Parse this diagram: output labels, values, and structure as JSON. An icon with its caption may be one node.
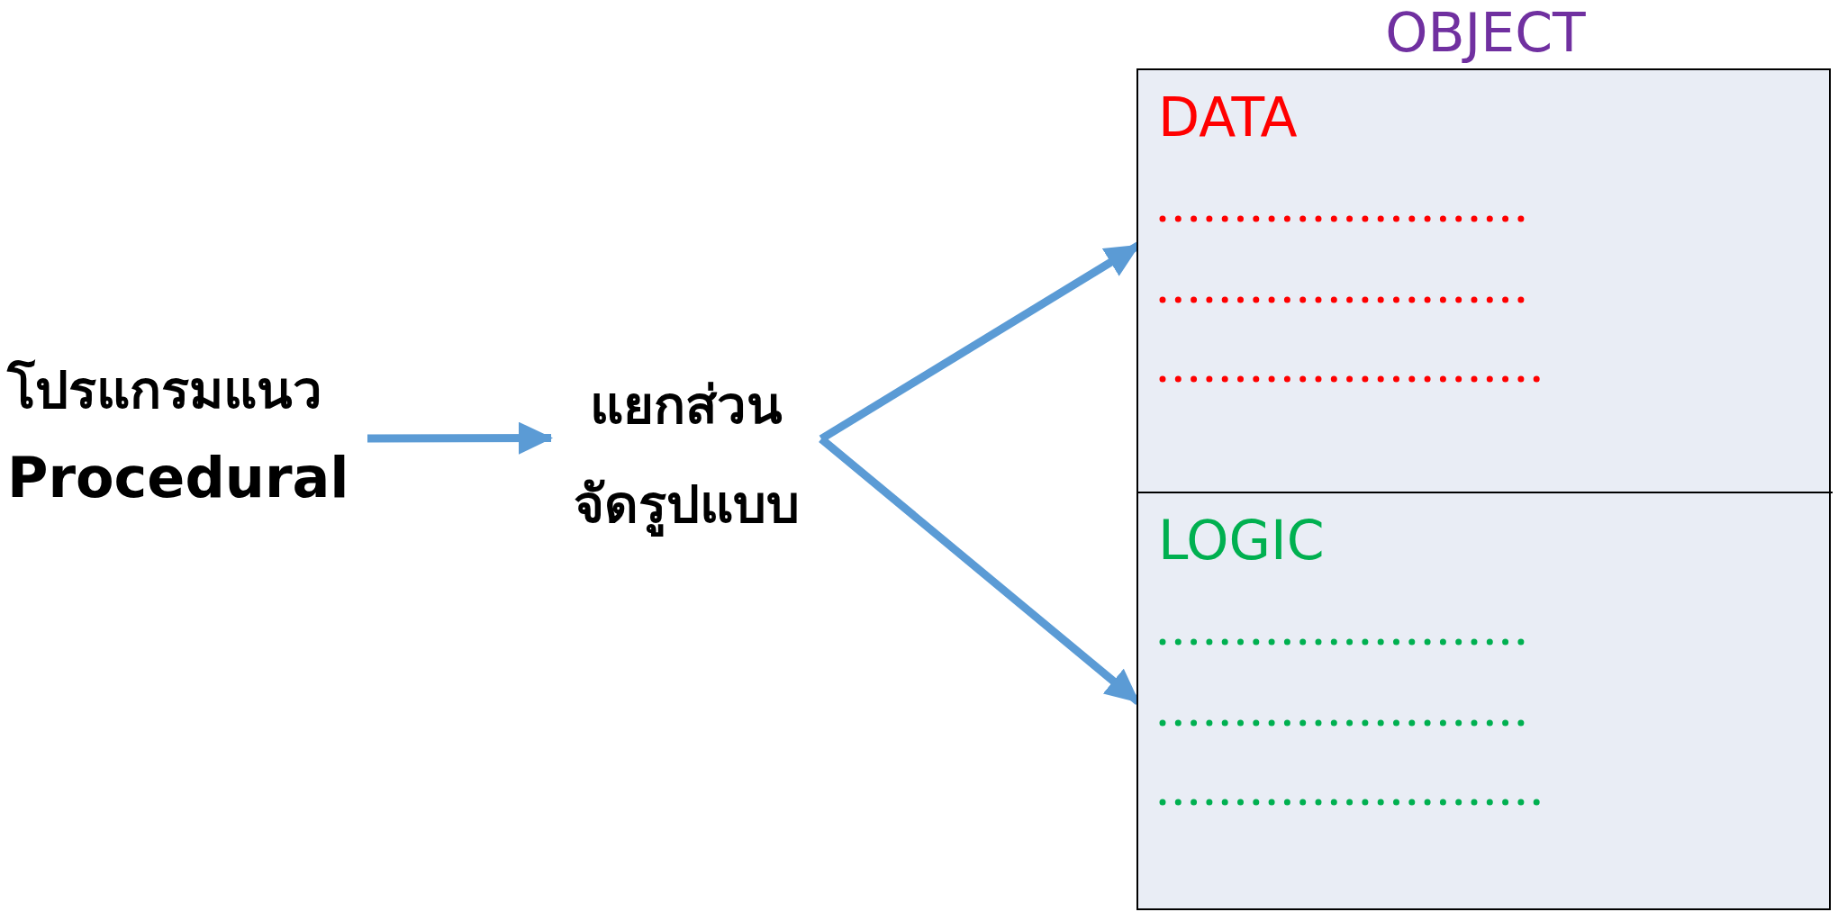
{
  "diagram": {
    "nodes": [
      {
        "text": [
          "โปรแกรมแนว",
          "Procedural"
        ]
      },
      {
        "text": [
          "แยกส่วน จัดรูปแบบ"
        ]
      },
      {
        "text": [
          "OBJECT"
        ]
      },
      {
        "text": [
          "DATA"
        ],
        "in": 2
      },
      {
        "text": [
          "LOGIC"
        ],
        "in": 2
      }
    ],
    "edges": [
      {
        "from": 0,
        "to": 1,
        "arrow": "to"
      },
      {
        "from": 1,
        "to": 3,
        "arrow": "to"
      },
      {
        "from": 1,
        "to": 4,
        "arrow": "to"
      }
    ]
  }
}
